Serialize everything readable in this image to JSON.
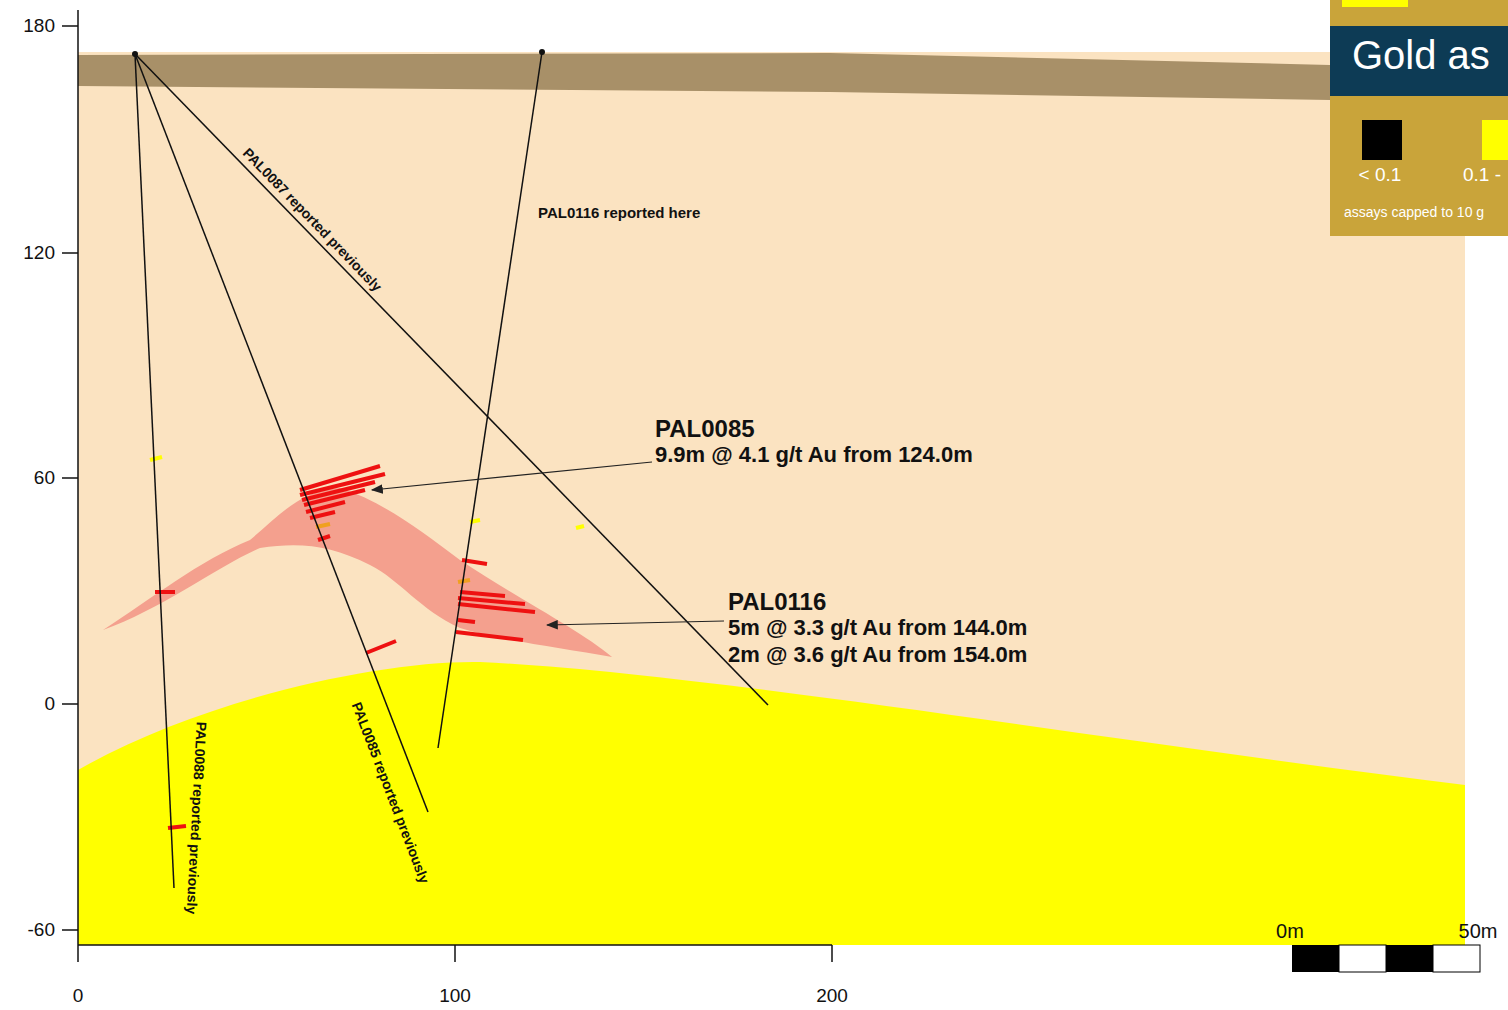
{
  "diagram": {
    "title": "Gold as",
    "labels": [
      "180",
      "120",
      "60",
      "0",
      "-60",
      "0",
      "100",
      "200",
      "PAL0087 reported previously",
      "PAL0116 reported here",
      "PAL0085",
      "9.9m @ 4.1 g/t Au from 124.0m",
      "PAL0116",
      "5m @ 3.3 g/t Au from 144.0m",
      "2m @ 3.6 g/t Au from 154.0m",
      "PAL0088 reported previously",
      "PAL0085 reported previously",
      "0m",
      "50m",
      "assays capped to 10 g"
    ],
    "legend": [
      {
        "text": "< 0.1",
        "color": "#000000"
      },
      {
        "text": "0.1 -",
        "color": "#ffff00"
      }
    ]
  }
}
